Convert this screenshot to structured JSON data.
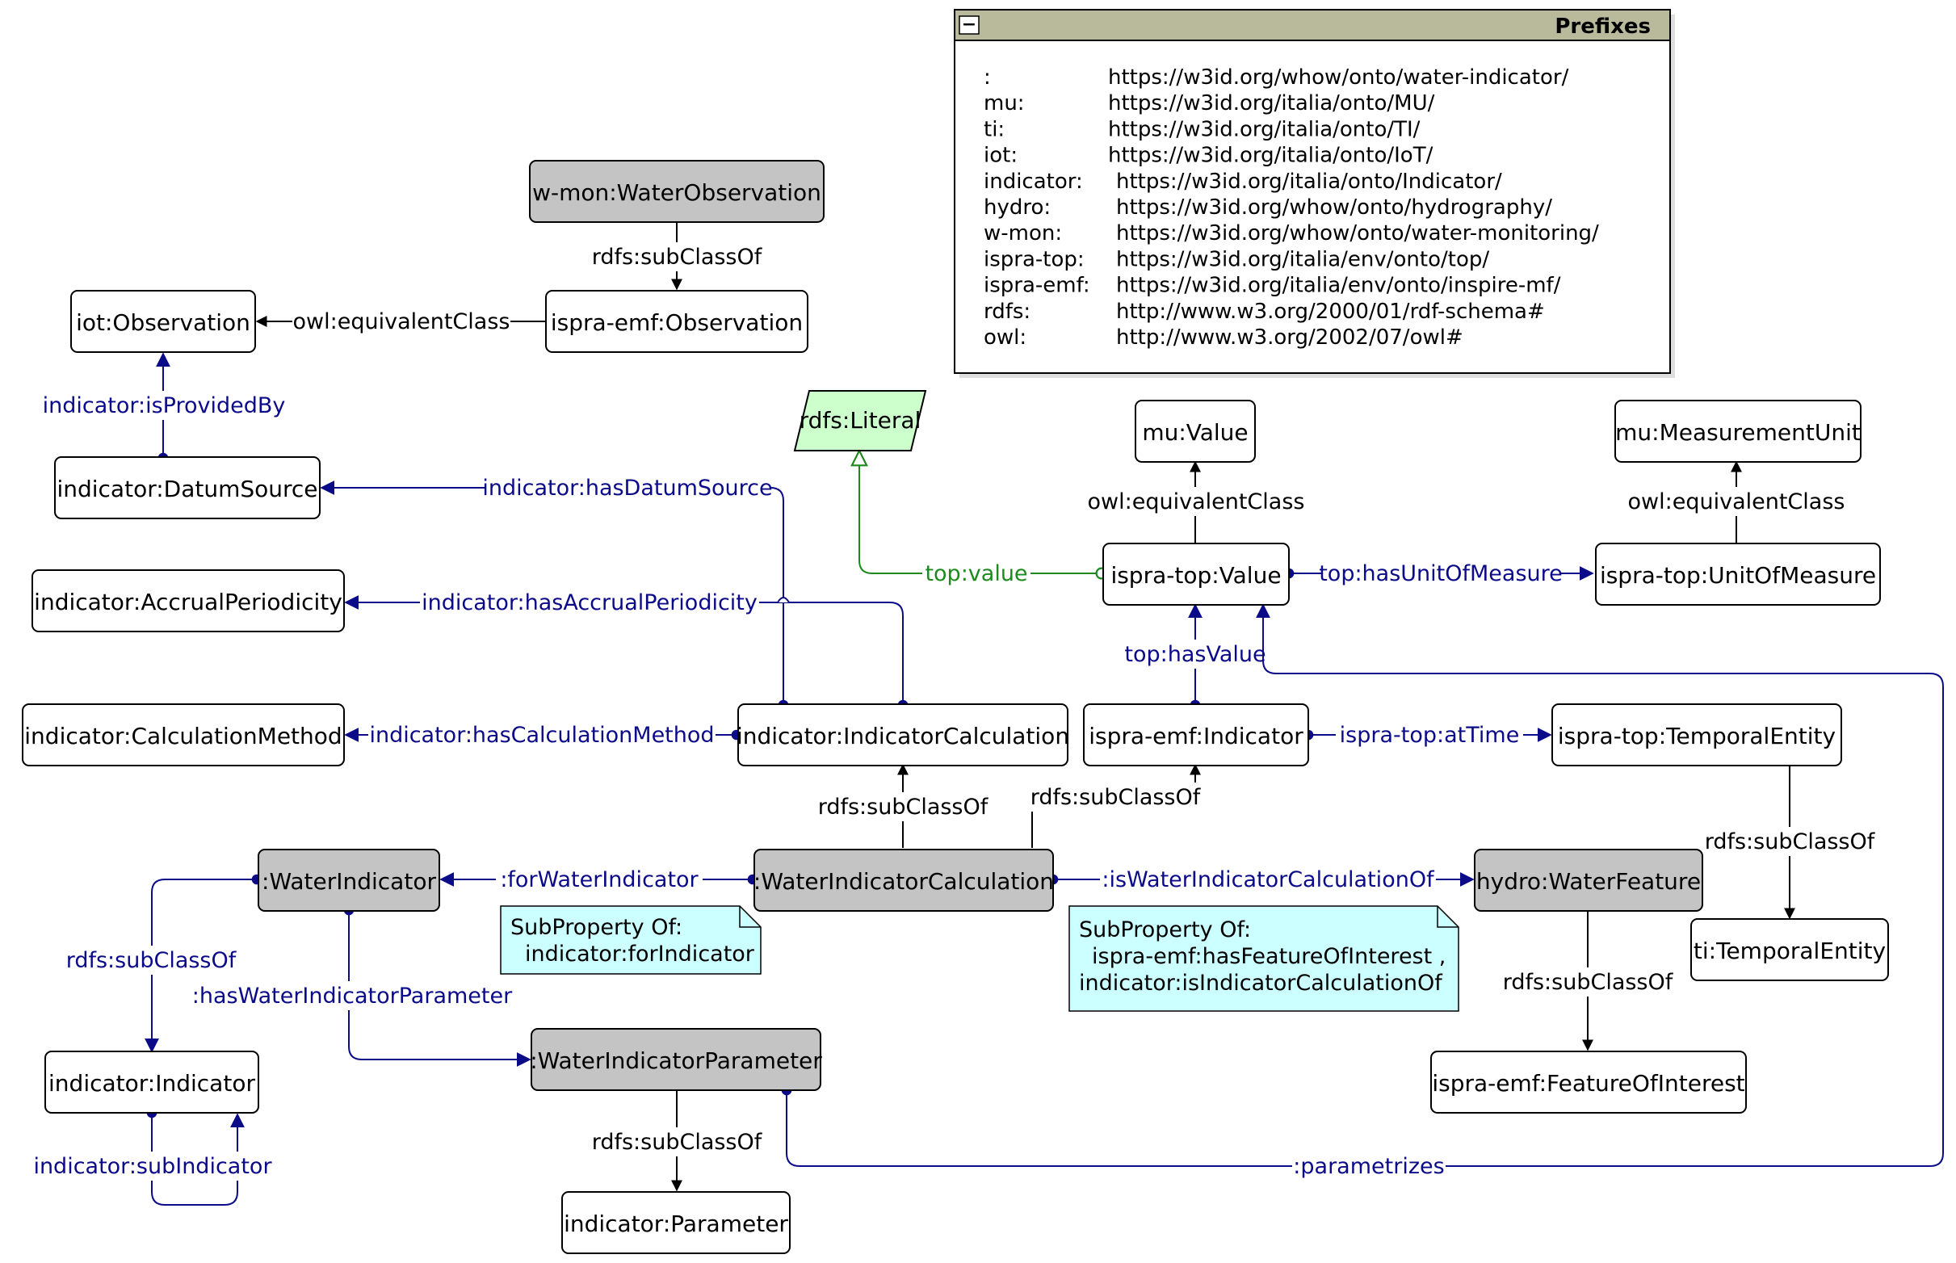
{
  "nodes": {
    "water_observation": "w-mon:WaterObservation",
    "iot_observation": "iot:Observation",
    "ispra_observation": "ispra-emf:Observation",
    "datum_source": "indicator:DatumSource",
    "accrual_periodicity": "indicator:AccrualPeriodicity",
    "calculation_method": "indicator:CalculationMethod",
    "indicator_calculation": "indicator:IndicatorCalculation",
    "rdfs_literal": "rdfs:Literal",
    "mu_value": "mu:Value",
    "mu_measurement_unit": "mu:MeasurementUnit",
    "ispra_value": "ispra-top:Value",
    "unit_of_measure": "ispra-top:UnitOfMeasure",
    "ispra_indicator": "ispra-emf:Indicator",
    "temporal_entity_top": "ispra-top:TemporalEntity",
    "water_indicator": ":WaterIndicator",
    "water_indicator_calculation": ":WaterIndicatorCalculation",
    "water_feature": "hydro:WaterFeature",
    "ti_temporal_entity": "ti:TemporalEntity",
    "indicator_indicator": "indicator:Indicator",
    "water_indicator_parameter": ":WaterIndicatorParameter",
    "feature_of_interest": "ispra-emf:FeatureOfInterest",
    "indicator_parameter": "indicator:Parameter"
  },
  "edges": {
    "subclass_1": "rdfs:subClassOf",
    "equivalent_1": "owl:equivalentClass",
    "is_provided_by": "indicator:isProvidedBy",
    "has_datum_source": "indicator:hasDatumSource",
    "has_accrual_periodicity": "indicator:hasAccrualPeriodicity",
    "has_calculation_method": "indicator:hasCalculationMethod",
    "top_value": "top:value",
    "equivalent_2": "owl:equivalentClass",
    "equivalent_3": "owl:equivalentClass",
    "has_unit_of_measure": "top:hasUnitOfMeasure",
    "has_value": "top:hasValue",
    "at_time": "ispra-top:atTime",
    "subclass_2": "rdfs:subClassOf",
    "subclass_3": "rdfs:subClassOf",
    "subclass_4": "rdfs:subClassOf",
    "for_water_indicator": ":forWaterIndicator",
    "is_water_indicator_calculation_of": ":isWaterIndicatorCalculationOf",
    "subclass_5": "rdfs:subClassOf",
    "has_water_indicator_parameter": ":hasWaterIndicatorParameter",
    "subclass_6": "rdfs:subClassOf",
    "sub_indicator": "indicator:subIndicator",
    "subclass_7": "rdfs:subClassOf",
    "parametrizes": ":parametrizes"
  },
  "notes": {
    "note1_line1": "SubProperty Of:",
    "note1_line2": "indicator:forIndicator",
    "note2_line1": "SubProperty Of:",
    "note2_line2": "ispra-emf:hasFeatureOfInterest ,",
    "note2_line3": "indicator:isIndicatorCalculationOf"
  },
  "prefixes": {
    "title": "Prefixes",
    "collapse_symbol": "−",
    "rows": [
      {
        "prefix": ":",
        "iri": "https://w3id.org/whow/onto/water-indicator/"
      },
      {
        "prefix": "mu:",
        "iri": "https://w3id.org/italia/onto/MU/"
      },
      {
        "prefix": "ti:",
        "iri": "https://w3id.org/italia/onto/TI/"
      },
      {
        "prefix": "iot:",
        "iri": "https://w3id.org/italia/onto/IoT/"
      },
      {
        "prefix": "indicator:",
        "iri": "https://w3id.org/italia/onto/Indicator/"
      },
      {
        "prefix": "hydro:",
        "iri": "https://w3id.org/whow/onto/hydrography/"
      },
      {
        "prefix": "w-mon:",
        "iri": "https://w3id.org/whow/onto/water-monitoring/"
      },
      {
        "prefix": "ispra-top:",
        "iri": "https://w3id.org/italia/env/onto/top/"
      },
      {
        "prefix": "ispra-emf:",
        "iri": "https://w3id.org/italia/env/onto/inspire-mf/"
      },
      {
        "prefix": "rdfs:",
        "iri": "http://www.w3.org/2000/01/rdf-schema#"
      },
      {
        "prefix": "owl:",
        "iri": "http://www.w3.org/2002/07/owl#"
      }
    ]
  },
  "colors": {
    "gray_node": "#c4c4c4",
    "white_node": "#ffffff",
    "literal_node": "#ccffcc",
    "note_fill": "#ccffff",
    "prefix_header": "#b9b99c",
    "blue_edge": "#0b0b8a",
    "green_edge": "#1e8a1e"
  }
}
